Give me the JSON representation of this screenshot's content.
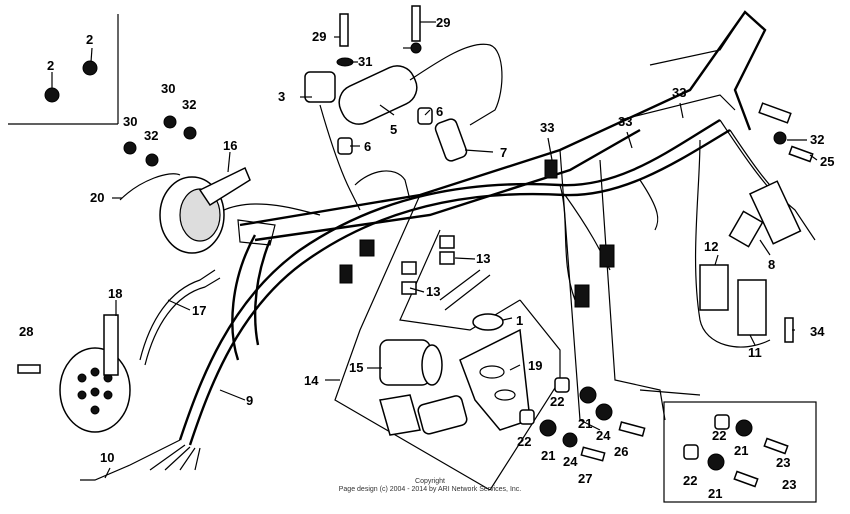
{
  "copyright": {
    "line1": "Copyright",
    "line2": "Page design (c) 2004 - 2014 by ARI Network Services, Inc."
  },
  "parts": [
    {
      "id": "p1",
      "number": "1"
    },
    {
      "id": "p2a",
      "number": "2"
    },
    {
      "id": "p2b",
      "number": "2"
    },
    {
      "id": "p3",
      "number": "3"
    },
    {
      "id": "p5",
      "number": "5"
    },
    {
      "id": "p6a",
      "number": "6"
    },
    {
      "id": "p6b",
      "number": "6"
    },
    {
      "id": "p7",
      "number": "7"
    },
    {
      "id": "p8",
      "number": "8"
    },
    {
      "id": "p9",
      "number": "9"
    },
    {
      "id": "p10",
      "number": "10"
    },
    {
      "id": "p11",
      "number": "11"
    },
    {
      "id": "p12",
      "number": "12"
    },
    {
      "id": "p13a",
      "number": "13"
    },
    {
      "id": "p13b",
      "number": "13"
    },
    {
      "id": "p14",
      "number": "14"
    },
    {
      "id": "p15",
      "number": "15"
    },
    {
      "id": "p16",
      "number": "16"
    },
    {
      "id": "p17",
      "number": "17"
    },
    {
      "id": "p18",
      "number": "18"
    },
    {
      "id": "p19",
      "number": "19"
    },
    {
      "id": "p20",
      "number": "20"
    },
    {
      "id": "p21a",
      "number": "21"
    },
    {
      "id": "p21b",
      "number": "21"
    },
    {
      "id": "p21c",
      "number": "21"
    },
    {
      "id": "p21d",
      "number": "21"
    },
    {
      "id": "p22a",
      "number": "22"
    },
    {
      "id": "p22b",
      "number": "22"
    },
    {
      "id": "p22c",
      "number": "22"
    },
    {
      "id": "p22d",
      "number": "22"
    },
    {
      "id": "p23a",
      "number": "23"
    },
    {
      "id": "p23b",
      "number": "23"
    },
    {
      "id": "p24a",
      "number": "24"
    },
    {
      "id": "p24b",
      "number": "24"
    },
    {
      "id": "p25",
      "number": "25"
    },
    {
      "id": "p26",
      "number": "26"
    },
    {
      "id": "p27",
      "number": "27"
    },
    {
      "id": "p28",
      "number": "28"
    },
    {
      "id": "p29a",
      "number": "29"
    },
    {
      "id": "p29b",
      "number": "29"
    },
    {
      "id": "p30a",
      "number": "30"
    },
    {
      "id": "p30b",
      "number": "30"
    },
    {
      "id": "p31",
      "number": "31"
    },
    {
      "id": "p32a",
      "number": "32"
    },
    {
      "id": "p32b",
      "number": "32"
    },
    {
      "id": "p32c",
      "number": "32"
    },
    {
      "id": "p33a",
      "number": "33"
    },
    {
      "id": "p33b",
      "number": "33"
    },
    {
      "id": "p33c",
      "number": "33"
    },
    {
      "id": "p34",
      "number": "34"
    }
  ]
}
